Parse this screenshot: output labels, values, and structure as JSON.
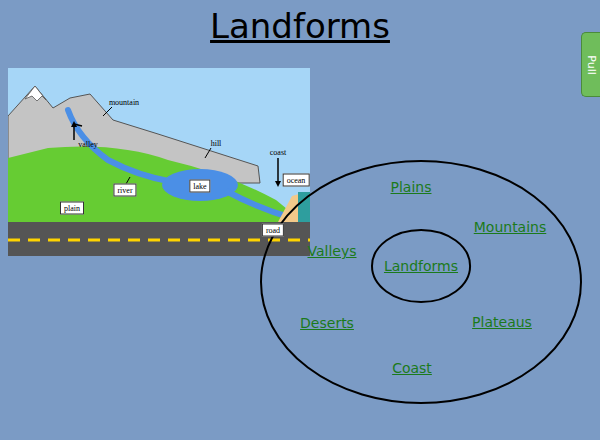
{
  "diagram": {
    "title": "Landforms",
    "nodes": [
      {
        "text": [
          "Pull"
        ]
      },
      {
        "text": [
          "Plains",
          "Mountains",
          "Valleys",
          "Deserts",
          "Plateaus",
          "Coast"
        ]
      },
      {
        "text": [
          "Landforms"
        ],
        "in": 1
      }
    ],
    "labels": [
      "mountain",
      "valley",
      "hill",
      "coast",
      "ocean",
      "river",
      "lake",
      "plain",
      "road"
    ]
  }
}
